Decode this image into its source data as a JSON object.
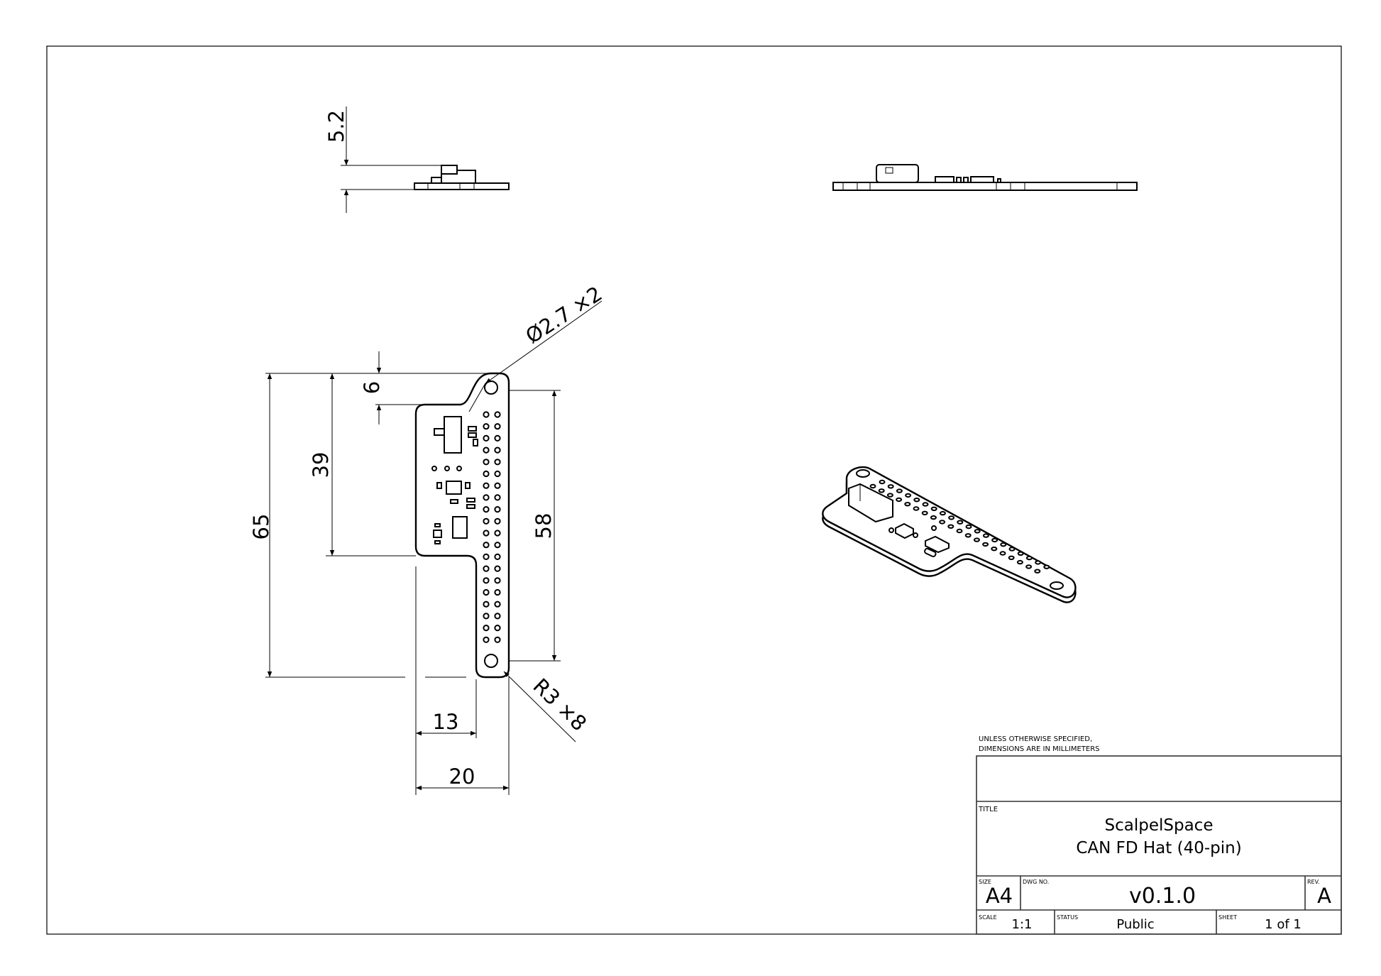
{
  "drawing": {
    "dimensions": {
      "height_side": "5.2",
      "hole_dia": "Ø2.7 ×2",
      "top_offset": "6",
      "body_height": "39",
      "total_length": "65",
      "hole_spacing": "58",
      "radius": "R3 ×8",
      "narrow_width": "13",
      "total_width": "20"
    },
    "header_pin_rows": 20,
    "header_pin_cols": 2
  },
  "title_block": {
    "note_line1": "UNLESS OTHERWISE SPECIFIED,",
    "note_line2": "DIMENSIONS ARE IN MILLIMETERS",
    "title_label": "TITLE",
    "title_line1": "ScalpelSpace",
    "title_line2": "CAN FD Hat (40-pin)",
    "size_label": "SIZE",
    "size": "A4",
    "dwg_no_label": "DWG NO.",
    "dwg_no": "v0.1.0",
    "rev_label": "REV.",
    "rev": "A",
    "scale_label": "SCALE",
    "scale": "1:1",
    "status_label": "STATUS",
    "status": "Public",
    "sheet_label": "SHEET",
    "sheet": "1 of 1"
  }
}
